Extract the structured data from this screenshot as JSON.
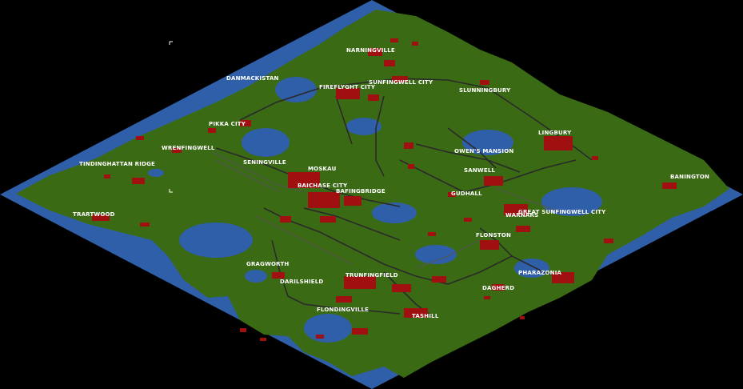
{
  "map": {
    "colors": {
      "sea": "#2f5fa8",
      "land": "#3b6a15",
      "road": "#2a2a2a",
      "rail": "#555555",
      "building": "#a01010",
      "town_label": "#ffffff"
    },
    "towns": [
      {
        "name": "NARNINGVILLE"
      },
      {
        "name": "DANMACKISTAN"
      },
      {
        "name": "FIREFLYGHT CITY"
      },
      {
        "name": "SUNFINGWELL CITY"
      },
      {
        "name": "SLUNNINGBURY"
      },
      {
        "name": "PIKKA CITY"
      },
      {
        "name": "LINGBURY"
      },
      {
        "name": "WRENFINGWELL"
      },
      {
        "name": "OWEN'S MANSION"
      },
      {
        "name": "TINDINGHATTAN RIDGE"
      },
      {
        "name": "SENINGVILLE"
      },
      {
        "name": "MOSKAU"
      },
      {
        "name": "SANWELL"
      },
      {
        "name": "BANINGTON"
      },
      {
        "name": "BAICHASE CITY"
      },
      {
        "name": "BAFINGBRIDGE"
      },
      {
        "name": "GUDHALL"
      },
      {
        "name": "TRARTWOOD"
      },
      {
        "name": "GREAT SUNFINGWELL CITY"
      },
      {
        "name": "WARNARS"
      },
      {
        "name": "FLONSTON"
      },
      {
        "name": "GRAGWORTH"
      },
      {
        "name": "PHARAZONIA"
      },
      {
        "name": "DARILSHIELD"
      },
      {
        "name": "TRUNFINGFIELD"
      },
      {
        "name": "DAGHERD"
      },
      {
        "name": "FLONDINGVILLE"
      },
      {
        "name": "TASHILL"
      }
    ]
  }
}
